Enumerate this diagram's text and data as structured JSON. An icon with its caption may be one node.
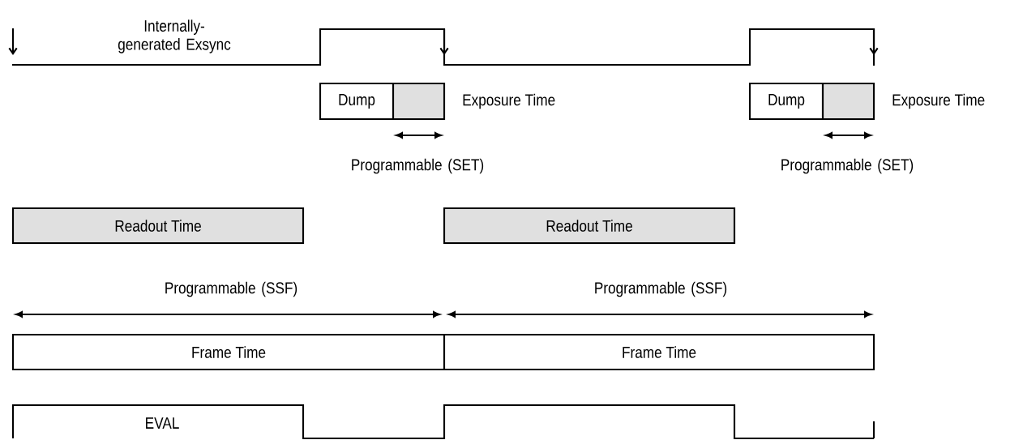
{
  "diagram": {
    "nodes": [
      {
        "text": [
          "Dump"
        ]
      },
      {
        "text": [],
        "shape": "box",
        "beside": [
          "Exposure Time"
        ]
      },
      {
        "text": [
          "Dump"
        ]
      },
      {
        "text": [],
        "shape": "box",
        "beside": [
          "Exposure Time"
        ]
      },
      {
        "text": [
          "Readout Time"
        ]
      },
      {
        "text": [
          "Readout Time"
        ]
      },
      {
        "text": [
          "Frame Time"
        ]
      },
      {
        "text": [
          "Frame Time"
        ]
      }
    ],
    "labels": [
      "Internally-generated Exsync",
      "Programmable (SET)",
      "Programmable (SET)",
      "Programmable (SSF)",
      "Programmable (SSF)",
      "EVAL"
    ]
  }
}
